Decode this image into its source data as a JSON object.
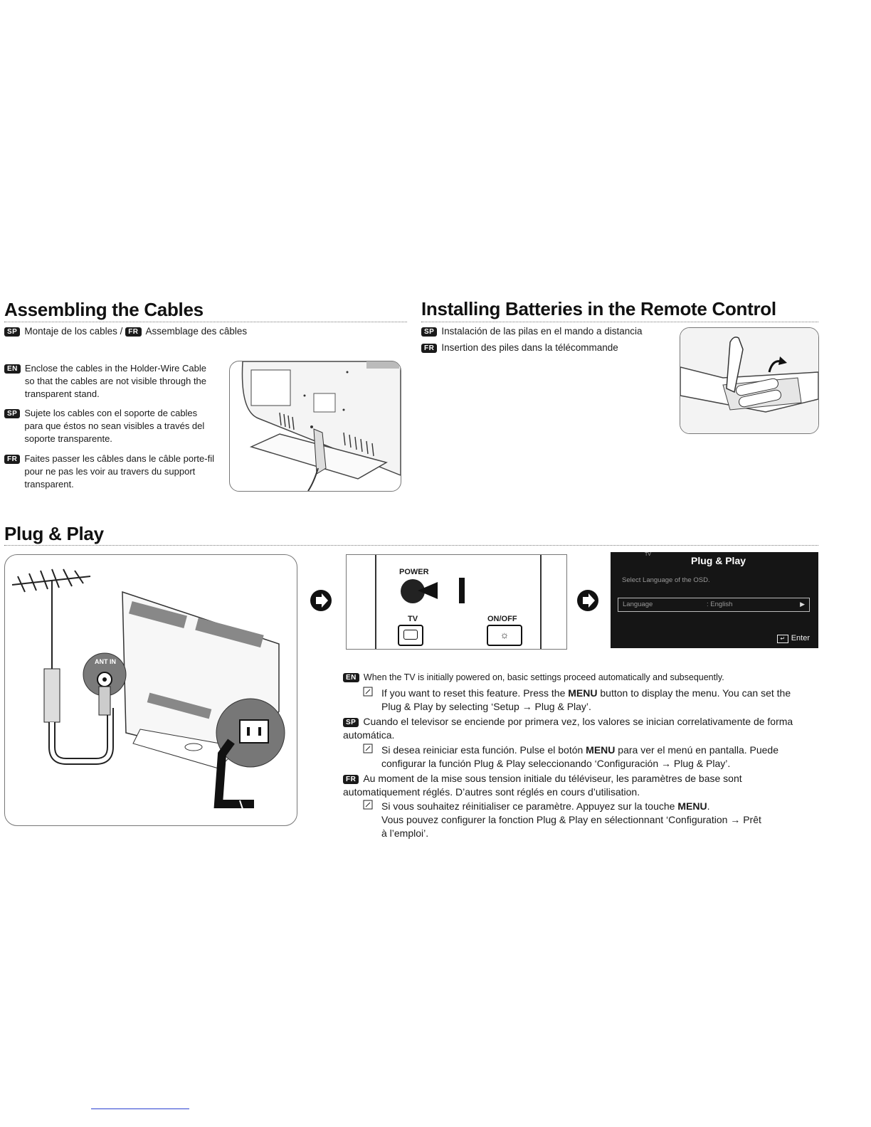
{
  "cables": {
    "title": "Assembling the Cables",
    "subtitle_sp_badge": "SP",
    "subtitle_text": "Montaje de los cables / ",
    "subtitle_fr_badge": "FR",
    "subtitle_fr_text": "Assemblage des câbles",
    "en_badge": "EN",
    "en_text": "Enclose the cables in the Holder-Wire Cable so that the cables are not visible through the transparent stand.",
    "sp_badge": "SP",
    "sp_text": "Sujete los cables con el soporte de cables para que éstos no sean visibles a través del soporte transparente.",
    "fr_badge": "FR",
    "fr_text": "Faites passer les câbles dans le câble porte-fil pour ne pas les voir au travers du support transparent."
  },
  "batteries": {
    "title": "Installing Batteries in the Remote Control",
    "sp_badge": "SP",
    "sp_text": "Instalación de las pilas en el mando a distancia",
    "fr_badge": "FR",
    "fr_text": "Insertion des piles dans la télécommande"
  },
  "plug_play": {
    "title": "Plug & Play",
    "antenna_label": "ANT IN",
    "remote": {
      "power_label": "POWER",
      "tv_label": "TV",
      "onoff_label": "ON/OFF"
    },
    "osd": {
      "corner_text": "TV",
      "title": "Plug & Play",
      "prompt": "Select Language of the OSD.",
      "field_label": "Language",
      "field_value": ": English",
      "enter_label": "Enter"
    },
    "en_badge": "EN",
    "en_text": "When the TV is initially powered on, basic settings proceed automatically and subsequently.",
    "en_note_pre": "If you want to reset this feature. Press the ",
    "en_note_bold": "MENU",
    "en_note_post": " button to display the menu. You can set the Plug & Play by selecting ‘Setup → Plug & Play’.",
    "sp_badge": "SP",
    "sp_text": "Cuando el televisor se enciende por primera vez, los valores se inician correlativamente de forma automática.",
    "sp_note_pre": "Si desea reiniciar esta función. Pulse el botón ",
    "sp_note_bold": "MENU",
    "sp_note_post": " para ver el menú en pantalla. Puede configurar la función Plug & Play seleccionando ‘Configuración → Plug & Play’.",
    "fr_badge": "FR",
    "fr_text": "Au moment de la mise sous tension initiale du téléviseur, les paramètres de base sont automatiquement réglés. D’autres sont réglés en cours d’utilisation.",
    "fr_note_pre": "Si vous souhaitez réinitialiser ce paramètre. Appuyez sur la touche ",
    "fr_note_bold": "MENU",
    "fr_note_post": ".",
    "fr_note_line2": "Vous pouvez configurer la fonction Plug & Play en sélectionnant ‘Configuration → Prêt à l’emploi’."
  }
}
